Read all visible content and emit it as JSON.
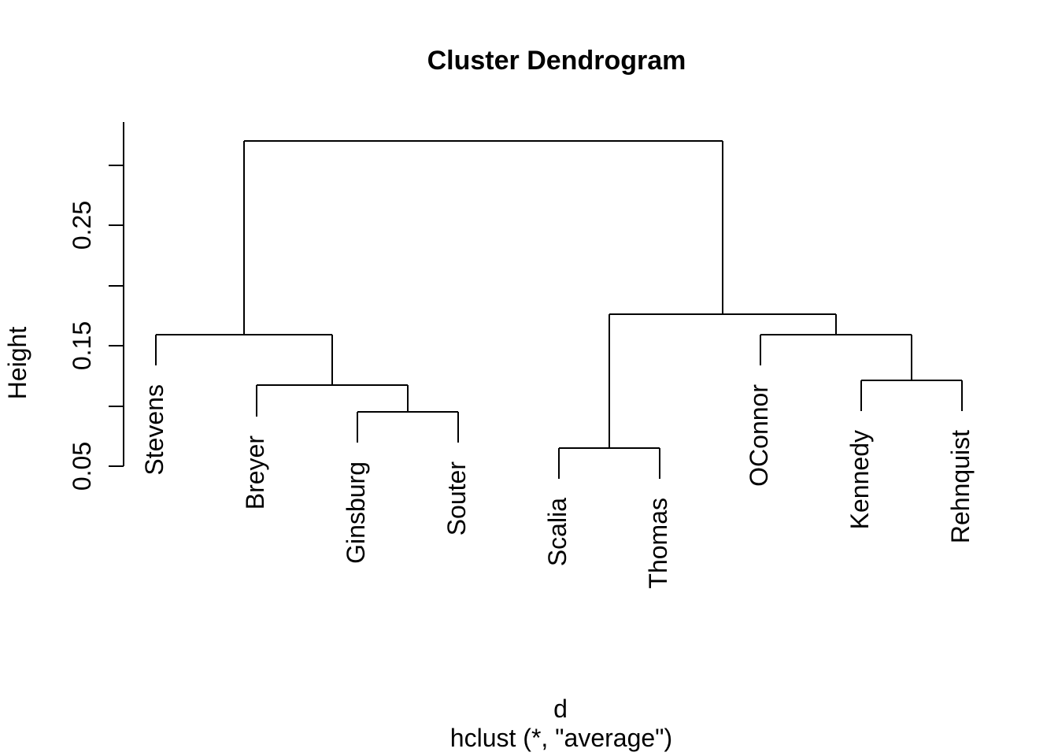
{
  "title": "Cluster Dendrogram",
  "y_axis": {
    "label": "Height",
    "ticks": [
      {
        "value": 0.05,
        "label": "0.05"
      },
      {
        "value": 0.1,
        "label": ""
      },
      {
        "value": 0.15,
        "label": "0.15"
      },
      {
        "value": 0.2,
        "label": ""
      },
      {
        "value": 0.25,
        "label": "0.25"
      },
      {
        "value": 0.3,
        "label": ""
      }
    ]
  },
  "x_axis": {
    "label": "d",
    "caption": "hclust (*, \"average\")"
  },
  "colors": {
    "line": "#000000",
    "text": "#000000",
    "background": "#ffffff"
  },
  "chart_data": {
    "type": "dendrogram",
    "title": "Cluster Dendrogram",
    "xlabel": "d",
    "ylabel": "Height",
    "method_caption": "hclust (*, \"average\")",
    "linkage": "average",
    "distance_object": "d",
    "leaf_order": [
      "Stevens",
      "Breyer",
      "Ginsburg",
      "Souter",
      "Scalia",
      "Thomas",
      "OConnor",
      "Kennedy",
      "Rehnquist"
    ],
    "hang": 0.0255,
    "ylim": [
      0.05,
      0.335
    ],
    "merge_heights": {
      "Scalia+Thomas": 0.065,
      "Ginsburg+Souter": 0.095,
      "Breyer+(Ginsburg,Souter)": 0.117,
      "Kennedy+Rehnquist": 0.121,
      "Stevens+(Breyer,Ginsburg,Souter)": 0.159,
      "OConnor+(Kennedy,Rehnquist)": 0.159,
      "(Scalia,Thomas)+(OConnor,Kennedy,Rehnquist)": 0.176,
      "root": 0.32
    },
    "tree": {
      "height": 0.32,
      "children": [
        {
          "height": 0.159,
          "children": [
            {
              "leaf": "Stevens"
            },
            {
              "height": 0.117,
              "children": [
                {
                  "leaf": "Breyer"
                },
                {
                  "height": 0.095,
                  "children": [
                    {
                      "leaf": "Ginsburg"
                    },
                    {
                      "leaf": "Souter"
                    }
                  ]
                }
              ]
            }
          ]
        },
        {
          "height": 0.176,
          "children": [
            {
              "height": 0.065,
              "children": [
                {
                  "leaf": "Scalia"
                },
                {
                  "leaf": "Thomas"
                }
              ]
            },
            {
              "height": 0.159,
              "children": [
                {
                  "leaf": "OConnor"
                },
                {
                  "height": 0.121,
                  "children": [
                    {
                      "leaf": "Kennedy"
                    },
                    {
                      "leaf": "Rehnquist"
                    }
                  ]
                }
              ]
            }
          ]
        }
      ]
    }
  }
}
